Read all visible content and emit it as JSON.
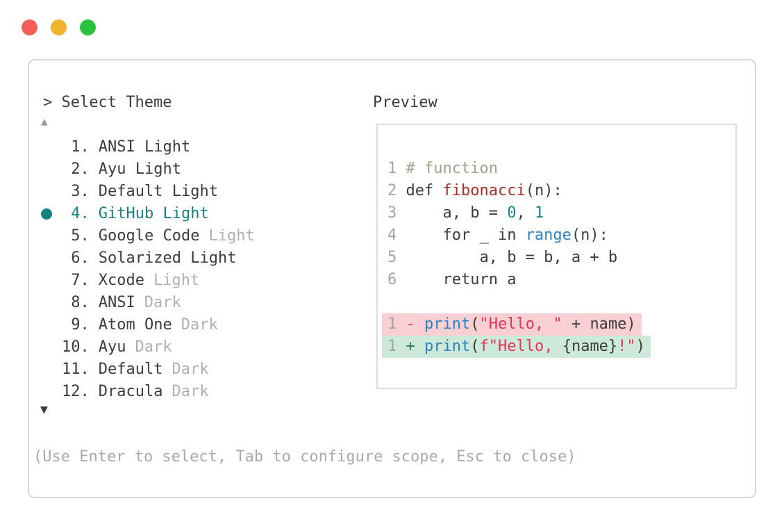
{
  "window": {
    "traffic_lights": [
      {
        "name": "close",
        "color": "#f46059"
      },
      {
        "name": "minimize",
        "color": "#f0b42c"
      },
      {
        "name": "zoom",
        "color": "#29c340"
      }
    ]
  },
  "header": {
    "prompt": "> ",
    "title": "Select Theme"
  },
  "theme_list": {
    "scroll_up_indicator": "▲",
    "scroll_down_indicator": "▼",
    "selected_item_number": 4,
    "selected_item_name": "GitHub Light",
    "items": [
      {
        "number": " 1.",
        "name": "ANSI Light",
        "suffix": ""
      },
      {
        "number": " 2.",
        "name": "Ayu Light",
        "suffix": ""
      },
      {
        "number": " 3.",
        "name": "Default Light",
        "suffix": ""
      },
      {
        "number": " 4.",
        "name": "GitHub Light",
        "suffix": ""
      },
      {
        "number": " 5.",
        "name": "Google Code",
        "suffix": "Light"
      },
      {
        "number": " 6.",
        "name": "Solarized Light",
        "suffix": ""
      },
      {
        "number": " 7.",
        "name": "Xcode",
        "suffix": "Light"
      },
      {
        "number": " 8.",
        "name": "ANSI",
        "suffix": "Dark"
      },
      {
        "number": " 9.",
        "name": "Atom One",
        "suffix": "Dark"
      },
      {
        "number": "10.",
        "name": "Ayu",
        "suffix": "Dark"
      },
      {
        "number": "11.",
        "name": "Default",
        "suffix": "Dark"
      },
      {
        "number": "12.",
        "name": "Dracula",
        "suffix": "Dark"
      }
    ]
  },
  "preview": {
    "label": "Preview",
    "code_lines": [
      {
        "tokens": [
          {
            "t": "1 "
          },
          {
            "t": "# function"
          }
        ]
      },
      {
        "tokens": [
          {
            "t": "2 "
          },
          {
            "t": "def "
          },
          {
            "t": "fibonacci"
          },
          {
            "t": "(n):"
          }
        ]
      },
      {
        "tokens": [
          {
            "t": "3 "
          },
          {
            "t": "    a, b = "
          },
          {
            "t": "0"
          },
          {
            "t": ", "
          },
          {
            "t": "1"
          }
        ]
      },
      {
        "tokens": [
          {
            "t": "4 "
          },
          {
            "t": "    for _ in "
          },
          {
            "t": "range"
          },
          {
            "t": "(n):"
          }
        ]
      },
      {
        "tokens": [
          {
            "t": "5 "
          },
          {
            "t": "        a, b = b, a + b"
          }
        ]
      },
      {
        "tokens": [
          {
            "t": "6 "
          },
          {
            "t": "    return a"
          }
        ]
      }
    ],
    "diff_lines": [
      {
        "tokens": [
          {
            "t": "1 "
          },
          {
            "t": "- "
          },
          {
            "t": "print"
          },
          {
            "t": "("
          },
          {
            "t": "\"Hello, \""
          },
          {
            "t": " + name)"
          }
        ]
      },
      {
        "tokens": [
          {
            "t": "1 "
          },
          {
            "t": "+ "
          },
          {
            "t": "print"
          },
          {
            "t": "("
          },
          {
            "t": "f\"Hello, "
          },
          {
            "t": "{name}"
          },
          {
            "t": "!\""
          },
          {
            "t": ")"
          }
        ]
      }
    ]
  },
  "footer": {
    "hint": "(Use Enter to select, Tab to configure scope, Esc to close)"
  },
  "colors": {
    "selection_teal": "#17807c",
    "text_dark": "#3c3c3c",
    "text_muted": "#b0b0b0",
    "line_number_gray": "#a3a3a3",
    "comment_green": "#9aa38c",
    "function_red": "#aa2e24",
    "number_teal": "#17808a",
    "builtin_blue": "#2e81c1",
    "string_crimson": "#e33454",
    "diff_minus_red": "#e03a5c",
    "diff_plus_green": "#287a58",
    "removed_line_bg": "#f8cfd3",
    "added_line_bg": "#cde9da",
    "panel_border": "#d7d7d7",
    "traffic_red": "#f46059",
    "traffic_yellow": "#f0b42c",
    "traffic_green": "#29c340"
  }
}
